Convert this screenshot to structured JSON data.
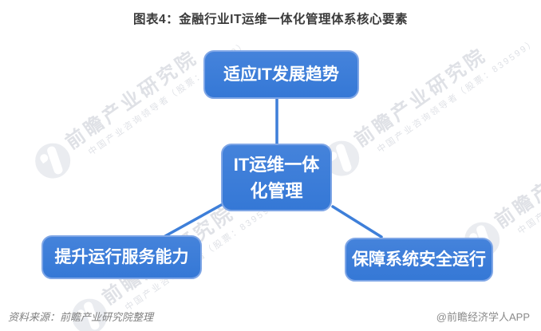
{
  "title": "图表4：金融行业IT运维一体化管理体系核心要素",
  "diagram": {
    "type": "concept-map",
    "nodes": {
      "center": "IT运维一体化管理",
      "top": "适应IT发展趋势",
      "bottom_left": "提升运行服务能力",
      "bottom_right": "保障系统安全运行"
    },
    "edges": [
      [
        "IT运维一体化管理",
        "适应IT发展趋势"
      ],
      [
        "IT运维一体化管理",
        "提升运行服务能力"
      ],
      [
        "IT运维一体化管理",
        "保障系统安全运行"
      ]
    ]
  },
  "watermark": {
    "brand": "前瞻产业研究院",
    "tagline": "中国产业咨询领导者（股票：839599）"
  },
  "footer": {
    "source": "资料来源：前瞻产业研究院整理",
    "credit": "@前瞻经济学人APP"
  },
  "colors": {
    "node_fill": "#3B7DD8",
    "node_border": "#7FA6E6",
    "node_text": "#FFFFFF",
    "connector": "#3E7FD9",
    "title_text": "#3B3B3B",
    "footer_text": "#808080",
    "watermark": "#B7BCC8"
  }
}
